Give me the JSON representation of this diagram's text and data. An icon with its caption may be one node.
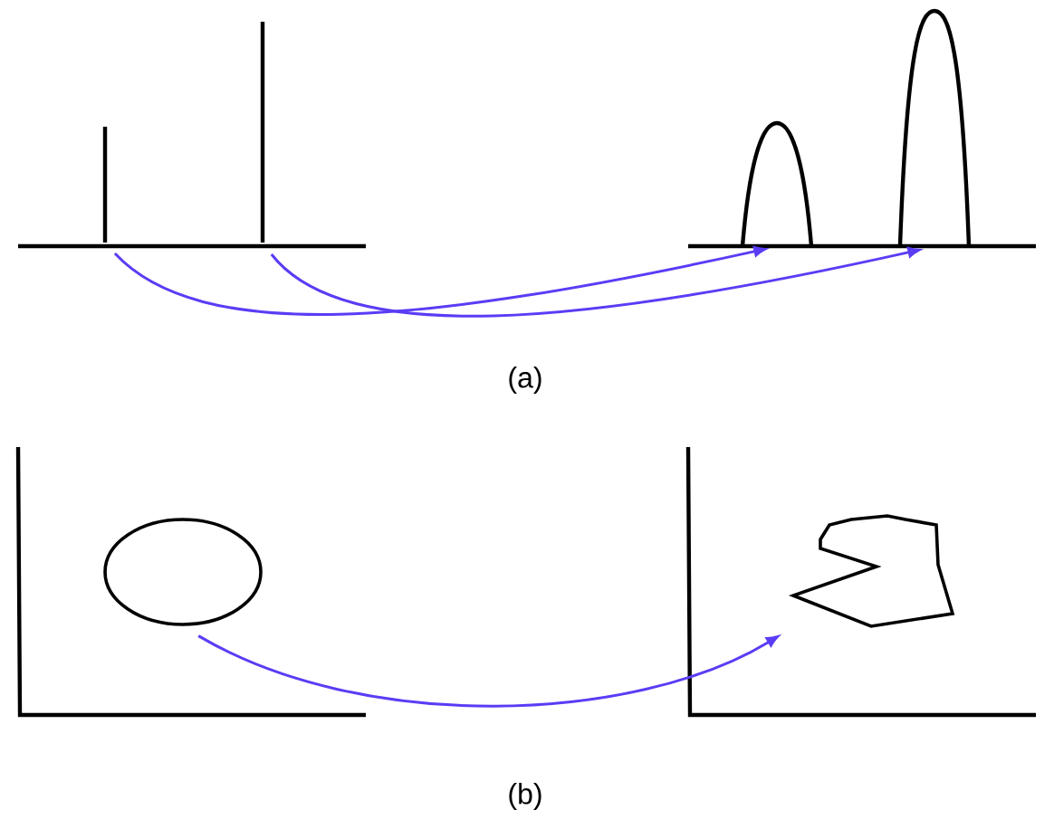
{
  "diagram": {
    "nodes": [
      {
        "text": [],
        "shape": "line"
      },
      {
        "text": [],
        "shape": "line"
      },
      {
        "text": [],
        "shape": "peak"
      },
      {
        "text": [],
        "shape": "peak"
      },
      {
        "text": [],
        "shape": "ellipse"
      },
      {
        "text": [],
        "shape": "polygon"
      }
    ],
    "edges": [
      {
        "from": 0,
        "to": 2,
        "arrow": "to"
      },
      {
        "from": 1,
        "to": 3,
        "arrow": "to"
      },
      {
        "from": 4,
        "to": 5,
        "arrow": "to"
      }
    ],
    "labels": [
      "(a)",
      "(b)"
    ]
  }
}
